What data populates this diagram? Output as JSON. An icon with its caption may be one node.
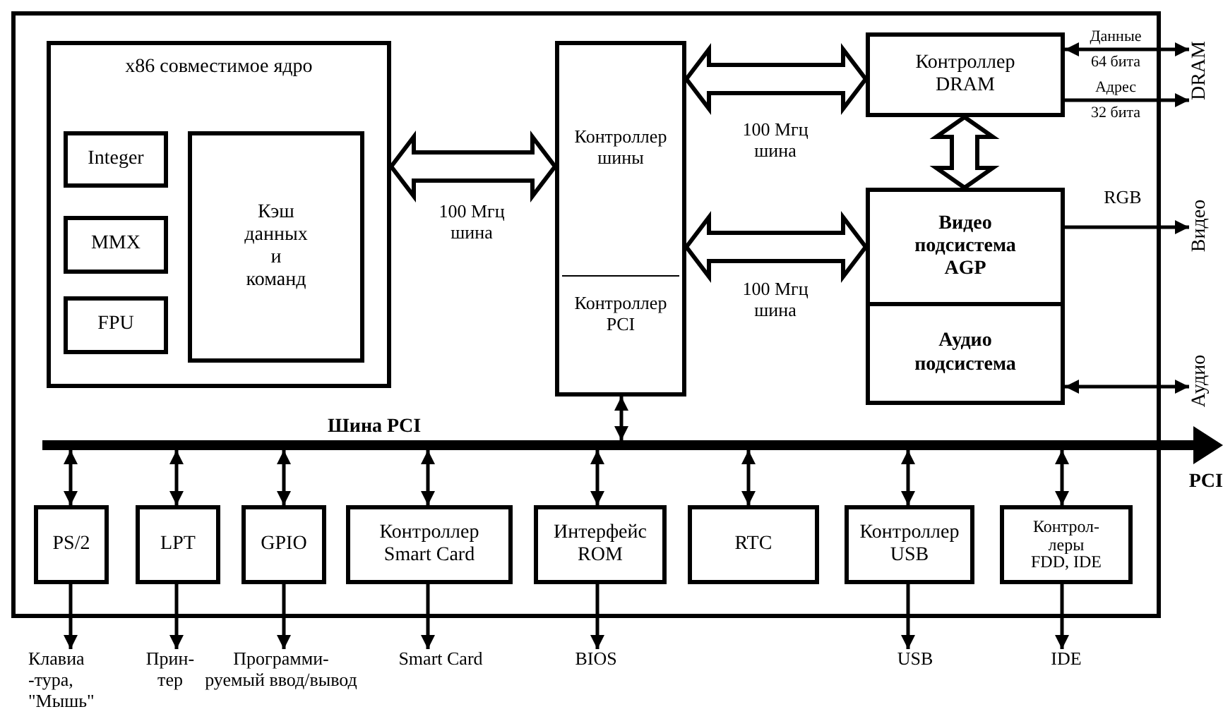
{
  "diagram": {
    "nodes": [
      {
        "text": [],
        "shape": "box"
      },
      {
        "text": [
          "x86 совместимое ядро"
        ],
        "in": 0
      },
      {
        "text": [
          "Integer"
        ],
        "in": 1
      },
      {
        "text": [
          "MMX"
        ],
        "in": 1
      },
      {
        "text": [
          "FPU"
        ],
        "in": 1
      },
      {
        "text": [
          "Кэш данных и команд"
        ],
        "in": 1
      },
      {
        "text": [
          "Контроллер шины",
          "Контроллер PCI"
        ],
        "in": 0
      },
      {
        "text": [
          "Контроллер DRAM"
        ],
        "in": 0
      },
      {
        "text": [
          "Видео подсистема AGP"
        ],
        "in": 0
      },
      {
        "text": [
          "Аудио подсистема"
        ],
        "in": 0
      },
      {
        "text": [],
        "shape": "bar",
        "beside": [
          "PCI"
        ]
      },
      {
        "text": [
          "PS/2"
        ],
        "in": 0
      },
      {
        "text": [
          "LPT"
        ],
        "in": 0
      },
      {
        "text": [
          "GPIO"
        ],
        "in": 0
      },
      {
        "text": [
          "Контроллер Smart Card"
        ],
        "in": 0
      },
      {
        "text": [
          "Интерфейс ROM"
        ],
        "in": 0
      },
      {
        "text": [
          "RTC"
        ],
        "in": 0
      },
      {
        "text": [
          "Контроллер USB"
        ],
        "in": 0
      },
      {
        "text": [
          "Контрол- леры FDD, IDE"
        ],
        "in": 0
      },
      {
        "text": [
          "Клавиа -тура, \"Мышь\""
        ]
      },
      {
        "text": [
          "Прин- тер"
        ]
      },
      {
        "text": [
          "Программи- руемый ввод/вывод"
        ]
      },
      {
        "text": [
          "Smart Card"
        ]
      },
      {
        "text": [
          "BIOS"
        ]
      },
      {
        "text": [
          "USB"
        ]
      },
      {
        "text": [
          "IDE"
        ]
      },
      {
        "text": [
          "DRAM"
        ]
      },
      {
        "text": [
          "Видео"
        ]
      },
      {
        "text": [
          "Аудио"
        ]
      }
    ],
    "edges": [
      {
        "from": 1,
        "to": 6,
        "arrow": "both",
        "style": "thick",
        "label": "100 Мгц шина"
      },
      {
        "from": 6,
        "to": 7,
        "arrow": "both",
        "style": "thick",
        "label": "100 Мгц шина"
      },
      {
        "from": 6,
        "to": 8,
        "arrow": "both",
        "style": "thick",
        "label": "100 Мгц шина"
      },
      {
        "from": 7,
        "to": 8,
        "arrow": "both",
        "style": "thick"
      },
      {
        "from": 7,
        "to": 26,
        "arrow": "both",
        "label": "Данные 64 бита"
      },
      {
        "from": 7,
        "to": 26,
        "arrow": "to",
        "label": "Адрес 32 бита"
      },
      {
        "from": 8,
        "to": 27,
        "arrow": "to",
        "label": "RGB"
      },
      {
        "from": 9,
        "to": 28,
        "arrow": "both"
      },
      {
        "from": 6,
        "to": 10,
        "arrow": "both"
      },
      {
        "from": 10,
        "to": 11,
        "arrow": "both"
      },
      {
        "from": 10,
        "to": 12,
        "arrow": "both"
      },
      {
        "from": 10,
        "to": 13,
        "arrow": "both"
      },
      {
        "from": 10,
        "to": 14,
        "arrow": "both"
      },
      {
        "from": 10,
        "to": 15,
        "arrow": "both"
      },
      {
        "from": 10,
        "to": 16,
        "arrow": "both"
      },
      {
        "from": 10,
        "to": 17,
        "arrow": "both"
      },
      {
        "from": 10,
        "to": 18,
        "arrow": "both"
      },
      {
        "from": 11,
        "to": 19,
        "arrow": "to"
      },
      {
        "from": 12,
        "to": 20,
        "arrow": "to"
      },
      {
        "from": 13,
        "to": 21,
        "arrow": "to"
      },
      {
        "from": 14,
        "to": 22,
        "arrow": "to"
      },
      {
        "from": 15,
        "to": 23,
        "arrow": "to"
      },
      {
        "from": 17,
        "to": 24,
        "arrow": "to"
      },
      {
        "from": 18,
        "to": 25,
        "arrow": "to"
      }
    ],
    "labels": [
      "Шина PCI"
    ]
  }
}
